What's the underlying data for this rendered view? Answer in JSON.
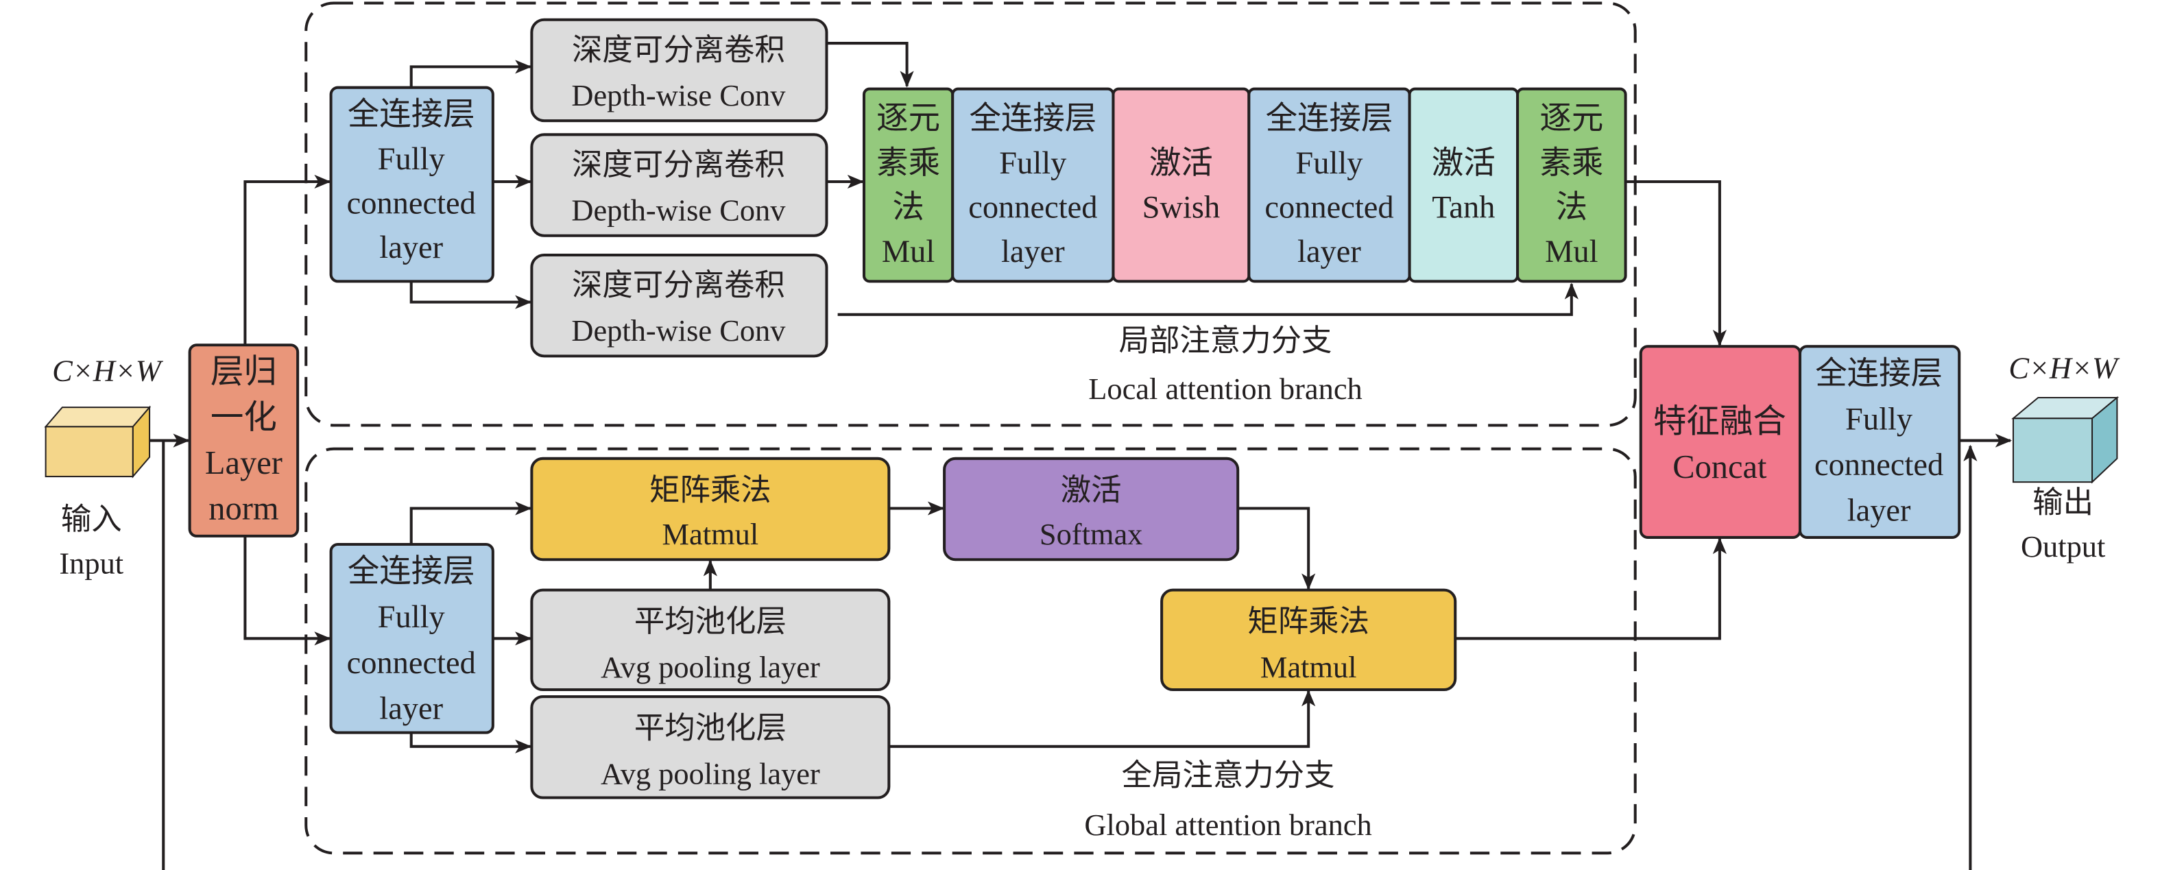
{
  "colors": {
    "layer_norm": "#e9967a",
    "fully_connected": "#b1cfe7",
    "depthwise_conv": "#dcdcdc",
    "mul": "#94c97d",
    "swish": "#f7b3c0",
    "tanh": "#c5eae8",
    "matmul": "#f1c651",
    "softmax": "#a989c9",
    "concat": "#f2788c",
    "avg_pool": "#dcdcdc",
    "input_cube": "#f4d68a",
    "output_cube": "#a9d6dc"
  },
  "input": {
    "dims": "C×H×W",
    "label_cn": "输入",
    "label_en": "Input"
  },
  "output": {
    "dims": "C×H×W",
    "label_cn": "输出",
    "label_en": "Output"
  },
  "layer_norm": {
    "lines": [
      "层归",
      "一化",
      "Layer",
      "norm"
    ]
  },
  "local_branch": {
    "label_cn": "局部注意力分支",
    "label_en": "Local attention branch",
    "fc_in": {
      "lines": [
        "全连接层",
        "Fully",
        "connected",
        "layer"
      ]
    },
    "dwconv": [
      {
        "cn": "深度可分离卷积",
        "en": "Depth-wise Conv"
      },
      {
        "cn": "深度可分离卷积",
        "en": "Depth-wise Conv"
      },
      {
        "cn": "深度可分离卷积",
        "en": "Depth-wise Conv"
      }
    ],
    "chain": [
      {
        "key": "mul",
        "lines": [
          "逐元",
          "素乘",
          "法",
          "Mul"
        ]
      },
      {
        "key": "fully_connected",
        "lines": [
          "全连接层",
          "Fully",
          "connected",
          "layer"
        ]
      },
      {
        "key": "swish",
        "lines": [
          "激活",
          "Swish"
        ]
      },
      {
        "key": "fully_connected",
        "lines": [
          "全连接层",
          "Fully",
          "connected",
          "layer"
        ]
      },
      {
        "key": "tanh",
        "lines": [
          "激活",
          "Tanh"
        ]
      },
      {
        "key": "mul",
        "lines": [
          "逐元",
          "素乘",
          "法",
          "Mul"
        ]
      }
    ]
  },
  "global_branch": {
    "label_cn": "全局注意力分支",
    "label_en": "Global attention branch",
    "fc_in": {
      "lines": [
        "全连接层",
        "Fully",
        "connected",
        "layer"
      ]
    },
    "matmul1": {
      "cn": "矩阵乘法",
      "en": "Matmul"
    },
    "avgpool1": {
      "cn": "平均池化层",
      "en": "Avg pooling layer"
    },
    "avgpool2": {
      "cn": "平均池化层",
      "en": "Avg pooling layer"
    },
    "softmax": {
      "cn": "激活",
      "en": "Softmax"
    },
    "matmul2": {
      "cn": "矩阵乘法",
      "en": "Matmul"
    }
  },
  "concat": {
    "cn": "特征融合",
    "en": "Concat"
  },
  "fc_out": {
    "lines": [
      "全连接层",
      "Fully",
      "connected",
      "layer"
    ]
  }
}
